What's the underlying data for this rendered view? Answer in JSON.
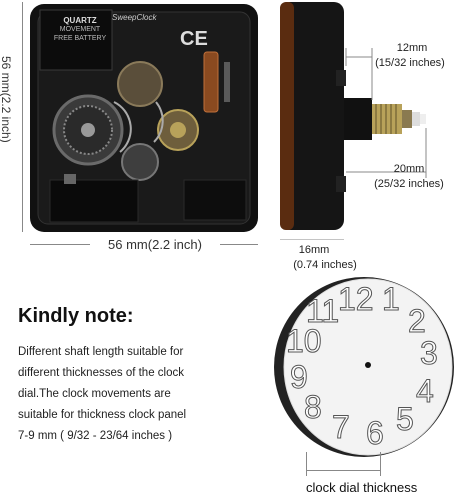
{
  "movement_front": {
    "brand_lines": [
      "QUARTZ",
      "MOVEMENT",
      "FREE BATTERY"
    ],
    "logo_text": "SweepClock",
    "ce_mark": "CE"
  },
  "dimensions": {
    "height": "56 mm(2.2 inch)",
    "width": "56 mm(2.2 inch)",
    "shaft_thread_mm": "12mm",
    "shaft_thread_in": "(15/32 inches)",
    "shaft_total_mm": "20mm",
    "shaft_total_in": "(25/32 inches)",
    "body_depth_mm": "16mm",
    "body_depth_in": "(0.74 inches)"
  },
  "note": {
    "title": "Kindly note:",
    "lines": [
      "Different shaft length suitable for",
      "different thicknesses of the clock",
      "dial.The clock movements are",
      "suitable for thickness clock panel",
      "7-9 mm ( 9/32 - 23/64 inches )"
    ]
  },
  "dial": {
    "numerals": [
      "12",
      "1",
      "2",
      "3",
      "4",
      "5",
      "6",
      "7",
      "8",
      "9",
      "10",
      "11"
    ],
    "thickness_label": "clock dial thickness"
  },
  "colors": {
    "movement_black": "#111111",
    "brass": "#b8a25a",
    "dial_face": "#f3f3f3",
    "numeral_outline": "#555555"
  }
}
